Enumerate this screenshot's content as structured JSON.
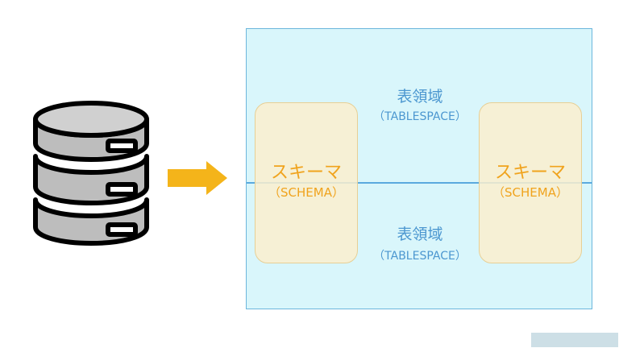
{
  "diagram": {
    "tablespace_top": {
      "name": "表領域",
      "english": "（TABLESPACE）"
    },
    "tablespace_bottom": {
      "name": "表領域",
      "english": "（TABLESPACE）"
    },
    "schema_left": {
      "name": "スキーマ",
      "english": "（SCHEMA）"
    },
    "schema_right": {
      "name": "スキーマ",
      "english": "（SCHEMA）"
    }
  },
  "icons": {
    "database": "database-icon",
    "arrow": "arrow-right-icon"
  },
  "colors": {
    "container_bg": "#d9f6fb",
    "container_border": "#6cb6dc",
    "schema_bg": "#faeece",
    "schema_text": "#f0a31d",
    "tablespace_text": "#4c97d0",
    "arrow": "#f4b41a"
  }
}
